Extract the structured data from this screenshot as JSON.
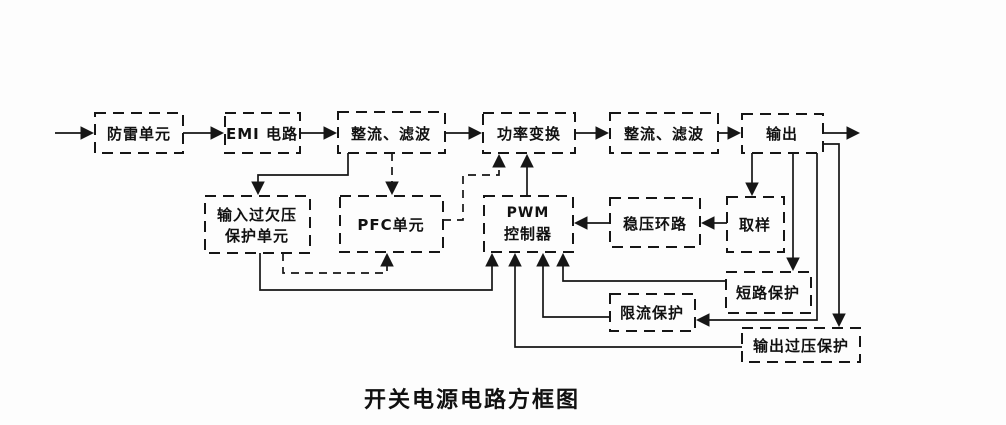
{
  "diagram": {
    "title": "开关电源电路方框图",
    "colors": {
      "line": "#161616",
      "background": "#fdfdfd",
      "text": "#111111"
    },
    "boxes": {
      "lightning_protection": {
        "label": "防雷单元"
      },
      "emi_circuit": {
        "label": "EMI 电路"
      },
      "rectify_filter_primary": {
        "label": "整流、滤波"
      },
      "power_conversion": {
        "label": "功率变换"
      },
      "rectify_filter_secondary": {
        "label": "整流、滤波"
      },
      "output": {
        "label": "输出"
      },
      "input_over_under_voltage_protection": {
        "line1": "输入过欠压",
        "line2": "保护单元"
      },
      "pfc_unit": {
        "label": "PFC单元"
      },
      "pwm_controller": {
        "line1": "PWM",
        "line2": "控制器"
      },
      "voltage_regulation_loop": {
        "label": "稳压环路"
      },
      "sampling": {
        "label": "取样"
      },
      "short_circuit_protection": {
        "label": "短路保护"
      },
      "current_limit_protection": {
        "label": "限流保护"
      },
      "output_over_voltage_protection": {
        "label": "输出过压保护"
      }
    }
  }
}
